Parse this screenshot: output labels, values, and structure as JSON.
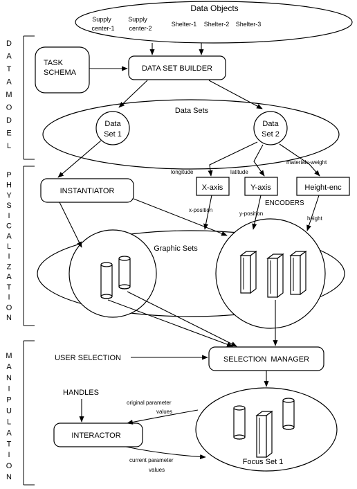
{
  "data_objects": {
    "title": "Data Objects",
    "items": [
      "Supply",
      "center-1",
      "Supply",
      "center-2",
      "Shelter-1",
      "Shelter-2",
      "Shelter-3"
    ]
  },
  "task_schema": {
    "line1": "TASK",
    "line2": "SCHEMA"
  },
  "data_set_builder": "DATA SET BUILDER",
  "data_sets": {
    "title": "Data Sets",
    "set1": {
      "line1": "Data",
      "line2": "Set 1"
    },
    "set2": {
      "line1": "Data",
      "line2": "Set 2"
    }
  },
  "instantiator": "INSTANTIATOR",
  "encoders": {
    "label": "ENCODERS",
    "x_axis": "X-axis",
    "y_axis": "Y-axis",
    "height_enc": "Height-enc",
    "input_longitude": "longitude",
    "input_latitude": "latitude",
    "input_materials": "materials-weight",
    "output_x": "x-position",
    "output_y": "y-position",
    "output_height": "height"
  },
  "graphic_sets": {
    "title": "Graphic Sets"
  },
  "user_selection": "USER SELECTION",
  "selection_manager": "SELECTION  MANAGER",
  "handles": "HANDLES",
  "interactor": "INTERACTOR",
  "original_params": {
    "line1": "original parameter",
    "line2": "values"
  },
  "current_params": {
    "line1": "current parameter",
    "line2": "values"
  },
  "focus_set": "Focus Set 1",
  "side_labels": {
    "data_model": [
      "D",
      "A",
      "T",
      "A",
      "M",
      "O",
      "D",
      "E",
      "L"
    ],
    "physicalization": [
      "P",
      "H",
      "Y",
      "S",
      "I",
      "C",
      "A",
      "L",
      "I",
      "Z",
      "A",
      "T",
      "I",
      "O",
      "N"
    ],
    "manipulation": [
      "M",
      "A",
      "N",
      "I",
      "P",
      "U",
      "L",
      "A",
      "T",
      "I",
      "O",
      "N"
    ]
  }
}
